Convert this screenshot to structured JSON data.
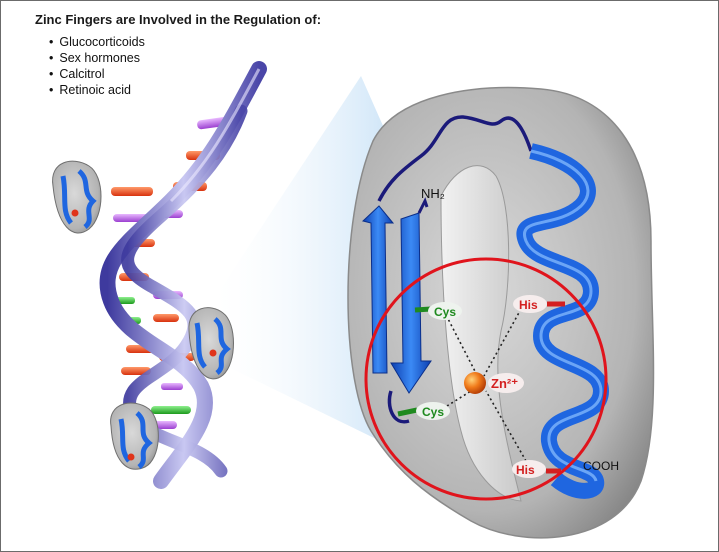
{
  "heading": "Zinc Fingers are Involved in the Regulation of:",
  "hormones": [
    "Glucocorticoids",
    "Sex hormones",
    "Calcitrol",
    "Retinoic acid"
  ],
  "labels": {
    "nh2": "NH₂",
    "cooh": "COOH",
    "cys_top": "Cys",
    "cys_bottom": "Cys",
    "his_top": "His",
    "his_bottom": "His",
    "zinc": "Zn²⁺"
  },
  "colors": {
    "cysteine": "#1f8a1f",
    "histidine": "#d32020",
    "zinc_circle": "#e0141c",
    "protein_ribbon": "#1f66e0",
    "zinc_ion": "#e85a10"
  }
}
